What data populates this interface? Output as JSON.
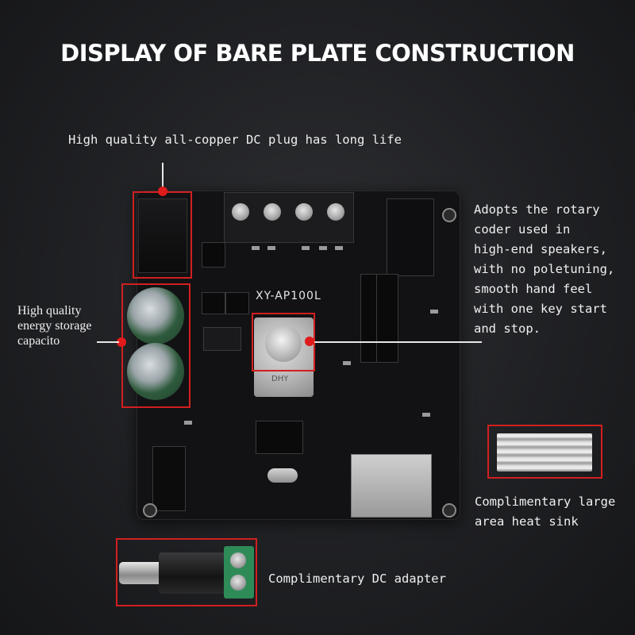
{
  "title": "DISPLAY OF BARE PLATE CONSTRUCTION",
  "callouts": {
    "dc_plug": "High quality all-copper DC plug has long life",
    "capacitor": "High quality\nenergy storage\ncapacito",
    "encoder": "Adopts the rotary\ncoder used in\nhigh-end speakers,\nwith no poletuning,\nsmooth hand feel\nwith one key start\nand stop.",
    "heat_sink": "Complimentary large\narea heat sink",
    "dc_adapter": "Complimentary DC adapter"
  },
  "board": {
    "model": "XY-AP100L",
    "encoder_mark": "DHY"
  },
  "colors": {
    "background": "#1f2023",
    "highlight_red": "#d21f1f",
    "text": "#f0f0f0"
  }
}
